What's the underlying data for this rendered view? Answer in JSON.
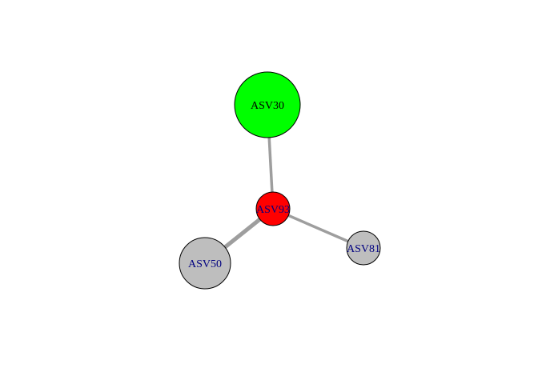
{
  "network": {
    "nodes": [
      {
        "id": "ASV30",
        "label": "ASV30",
        "color": "#00ff00",
        "label_color": "#000000"
      },
      {
        "id": "ASV93",
        "label": "ASV93",
        "color": "#ff0000",
        "label_color": "#000080"
      },
      {
        "id": "ASV50",
        "label": "ASV50",
        "color": "#bebebe",
        "label_color": "#000080"
      },
      {
        "id": "ASV81",
        "label": "ASV81",
        "color": "#bebebe",
        "label_color": "#000080"
      }
    ],
    "edges": [
      {
        "from": "ASV93",
        "to": "ASV30",
        "color": "#9e9e9e"
      },
      {
        "from": "ASV93",
        "to": "ASV50",
        "color": "#9e9e9e"
      },
      {
        "from": "ASV93",
        "to": "ASV81",
        "color": "#9e9e9e"
      }
    ]
  }
}
